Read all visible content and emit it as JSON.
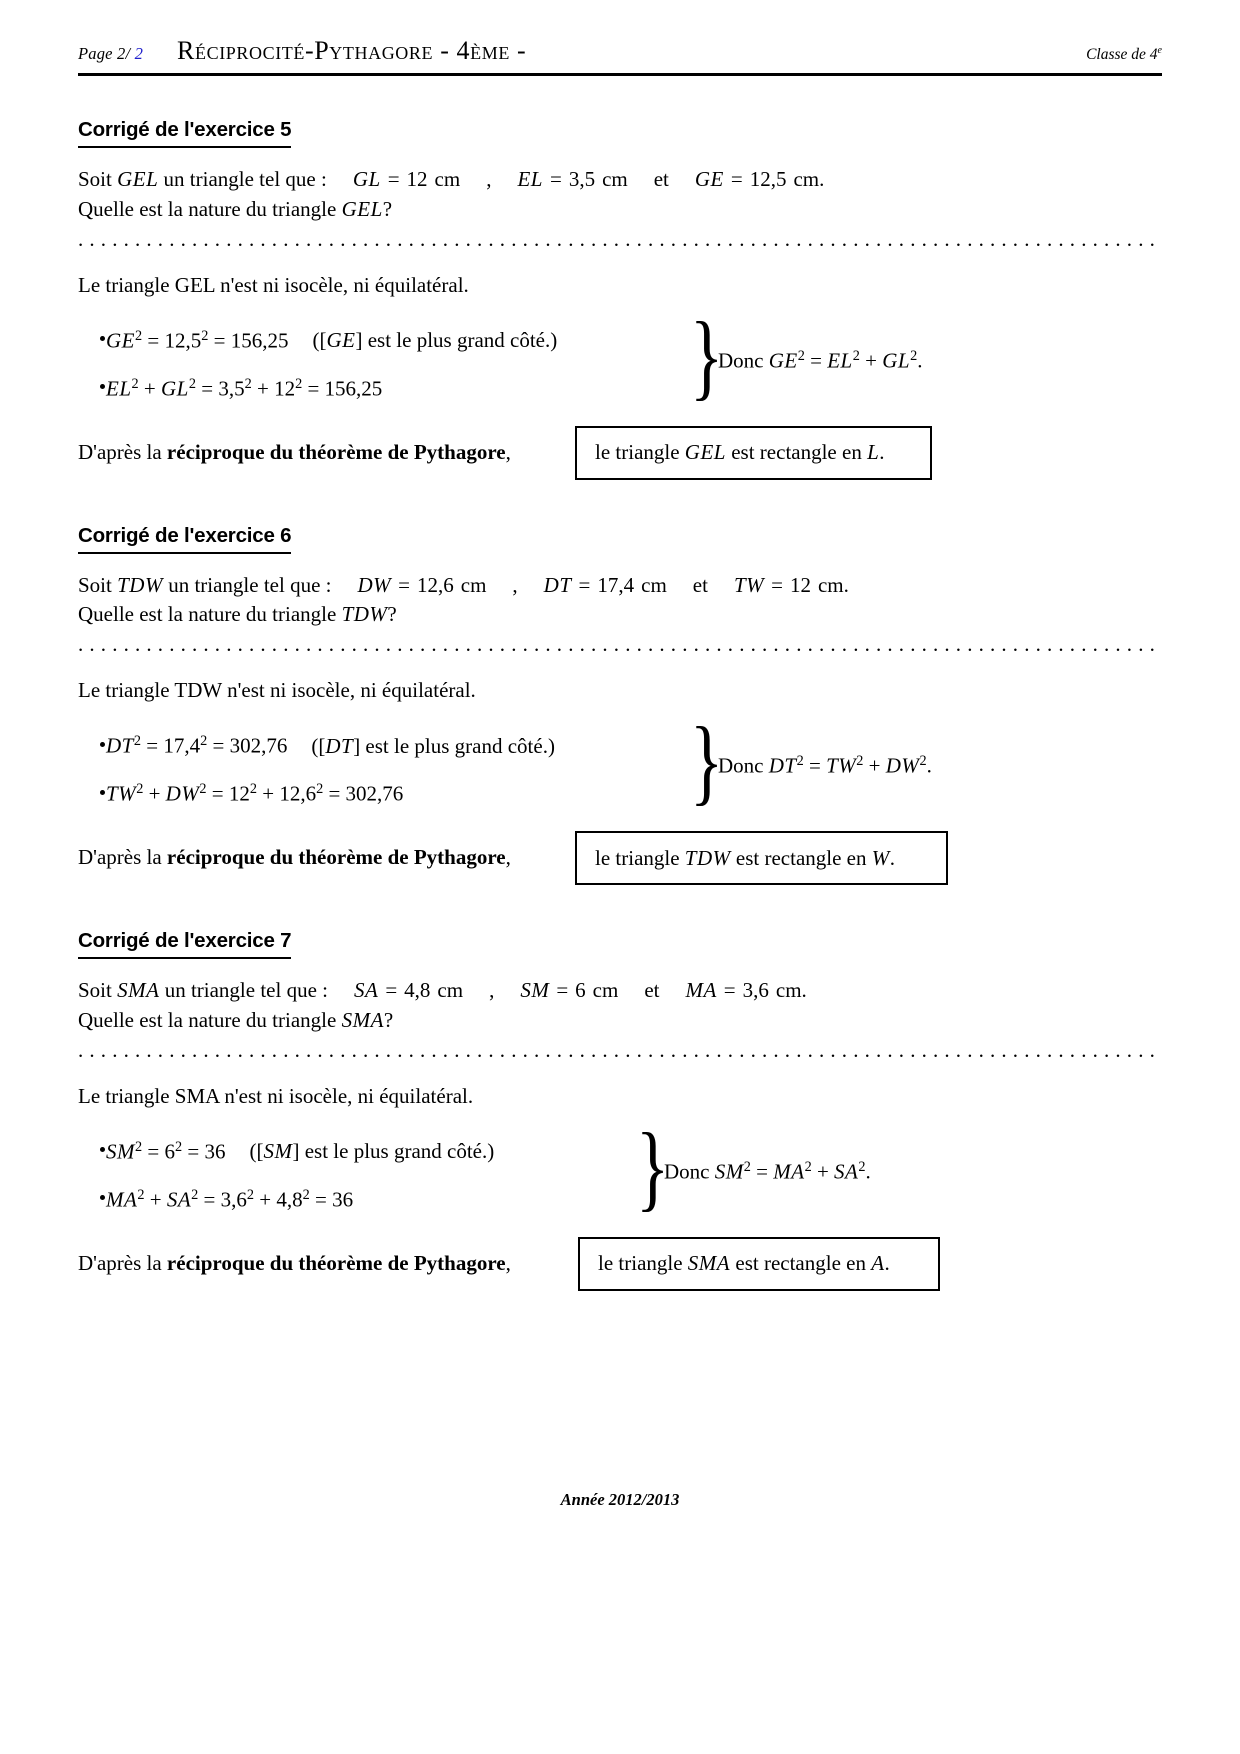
{
  "header": {
    "page_label": "Page 2/",
    "page_number_current": "2",
    "title": "Réciprocité-Pythagore - 4ème -",
    "right_label": "Classe de 4",
    "right_sup": "e"
  },
  "exercises": [
    {
      "heading": "Corrigé de l'exercice 5",
      "statement": {
        "lead": "Soit",
        "triangle": "GEL",
        "mid": "un triangle tel que :",
        "side1_name": "GL",
        "side1_eq": "=",
        "side1_val": "12",
        "side1_unit": "cm",
        "comma": ",",
        "side2_name": "EL",
        "side2_eq": "=",
        "side2_val": "3,5",
        "side2_unit": "cm",
        "et": "et",
        "side3_name": "GE",
        "side3_eq": "=",
        "side3_val": "12,5",
        "side3_unit": "cm.",
        "question_pre": "Quelle est la nature du triangle",
        "question_tri": "GEL",
        "question_mark": "?"
      },
      "nature_line": "Le triangle GEL n'est ni isocèle, ni équilatéral.",
      "bullet1": {
        "lhs": "GE",
        "lhs_exp": "2",
        "eq1": "= 12,5",
        "eq1_exp": "2",
        "eq2": "= 156,25",
        "note_open": "([",
        "note_seg": "GE",
        "note_close": "] est le plus grand côté.)"
      },
      "bullet2": {
        "t1": "EL",
        "t1_exp": "2",
        "plus": "+",
        "t2": "GL",
        "t2_exp": "2",
        "eq1": "= 3,5",
        "eq1_exp": "2",
        "plus2": "+",
        "eq2": "12",
        "eq2_exp": "2",
        "eq3": "= 156,25"
      },
      "donc": {
        "word": "Donc",
        "a": "GE",
        "a_exp": "2",
        "eq": "=",
        "b": "EL",
        "b_exp": "2",
        "plus": "+",
        "c": "GL",
        "c_exp": "2",
        "end": "."
      },
      "conclusion": {
        "prefix": "D'après la",
        "bold": "réciproque du théorème de Pythagore",
        "comma": ",",
        "box_pre": "le triangle",
        "box_tri": "GEL",
        "box_mid": "est rectangle en",
        "box_vertex": "L",
        "box_end": "."
      }
    },
    {
      "heading": "Corrigé de l'exercice 6",
      "statement": {
        "lead": "Soit",
        "triangle": "TDW",
        "mid": "un triangle tel que :",
        "side1_name": "DW",
        "side1_eq": "=",
        "side1_val": "12,6",
        "side1_unit": "cm",
        "comma": ",",
        "side2_name": "DT",
        "side2_eq": "=",
        "side2_val": "17,4",
        "side2_unit": "cm",
        "et": "et",
        "side3_name": "TW",
        "side3_eq": "=",
        "side3_val": "12",
        "side3_unit": "cm.",
        "question_pre": "Quelle est la nature du triangle",
        "question_tri": "TDW",
        "question_mark": "?"
      },
      "nature_line": "Le triangle TDW n'est ni isocèle, ni équilatéral.",
      "bullet1": {
        "lhs": "DT",
        "lhs_exp": "2",
        "eq1": "= 17,4",
        "eq1_exp": "2",
        "eq2": "= 302,76",
        "note_open": "([",
        "note_seg": "DT",
        "note_close": "] est le plus grand côté.)"
      },
      "bullet2": {
        "t1": "TW",
        "t1_exp": "2",
        "plus": "+",
        "t2": "DW",
        "t2_exp": "2",
        "eq1": "= 12",
        "eq1_exp": "2",
        "plus2": "+",
        "eq2": "12,6",
        "eq2_exp": "2",
        "eq3": "= 302,76"
      },
      "donc": {
        "word": "Donc",
        "a": "DT",
        "a_exp": "2",
        "eq": "=",
        "b": "TW",
        "b_exp": "2",
        "plus": "+",
        "c": "DW",
        "c_exp": "2",
        "end": "."
      },
      "conclusion": {
        "prefix": "D'après la",
        "bold": "réciproque du théorème de Pythagore",
        "comma": ",",
        "box_pre": "le triangle",
        "box_tri": "TDW",
        "box_mid": "est rectangle en",
        "box_vertex": "W",
        "box_end": "."
      }
    },
    {
      "heading": "Corrigé de l'exercice 7",
      "statement": {
        "lead": "Soit",
        "triangle": "SMA",
        "mid": "un triangle tel que :",
        "side1_name": "SA",
        "side1_eq": "=",
        "side1_val": "4,8",
        "side1_unit": "cm",
        "comma": ",",
        "side2_name": "SM",
        "side2_eq": "=",
        "side2_val": "6",
        "side2_unit": "cm",
        "et": "et",
        "side3_name": "MA",
        "side3_eq": "=",
        "side3_val": "3,6",
        "side3_unit": "cm.",
        "question_pre": "Quelle est la nature du triangle",
        "question_tri": "SMA",
        "question_mark": "?"
      },
      "nature_line": "Le triangle SMA n'est ni isocèle, ni équilatéral.",
      "bullet1": {
        "lhs": "SM",
        "lhs_exp": "2",
        "eq1": "= 6",
        "eq1_exp": "2",
        "eq2": "= 36",
        "note_open": "([",
        "note_seg": "SM",
        "note_close": "] est le plus grand côté.)"
      },
      "bullet2": {
        "t1": "MA",
        "t1_exp": "2",
        "plus": "+",
        "t2": "SA",
        "t2_exp": "2",
        "eq1": "= 3,6",
        "eq1_exp": "2",
        "plus2": "+",
        "eq2": "4,8",
        "eq2_exp": "2",
        "eq3": "= 36"
      },
      "donc": {
        "word": "Donc",
        "a": "SM",
        "a_exp": "2",
        "eq": "=",
        "b": "MA",
        "b_exp": "2",
        "plus": "+",
        "c": "SA",
        "c_exp": "2",
        "end": "."
      },
      "conclusion": {
        "prefix": "D'après la",
        "bold": "réciproque du théorème de Pythagore",
        "comma": ",",
        "box_pre": "le triangle",
        "box_tri": "SMA",
        "box_mid": "est rectangle en",
        "box_vertex": "A",
        "box_end": "."
      }
    }
  ],
  "footer": {
    "text": "Année 2012/2013"
  },
  "dots": "...............................................................................................................................................................",
  "brace_glyph": "}",
  "colors": {
    "page_number_accent": "#2020cc",
    "text": "#000000",
    "rule": "#000000"
  }
}
